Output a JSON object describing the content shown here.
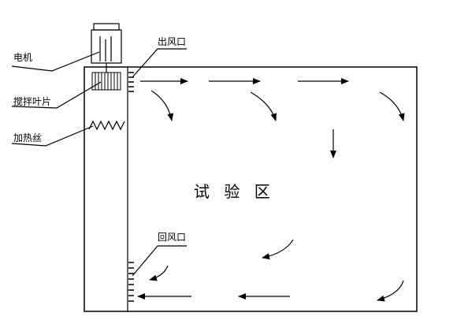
{
  "labels": {
    "motor": "电机",
    "impeller": "搅拌叶片",
    "heater": "加热丝",
    "outlet": "出风口",
    "return_inlet": "回风口",
    "test_zone": "试 验 区"
  }
}
